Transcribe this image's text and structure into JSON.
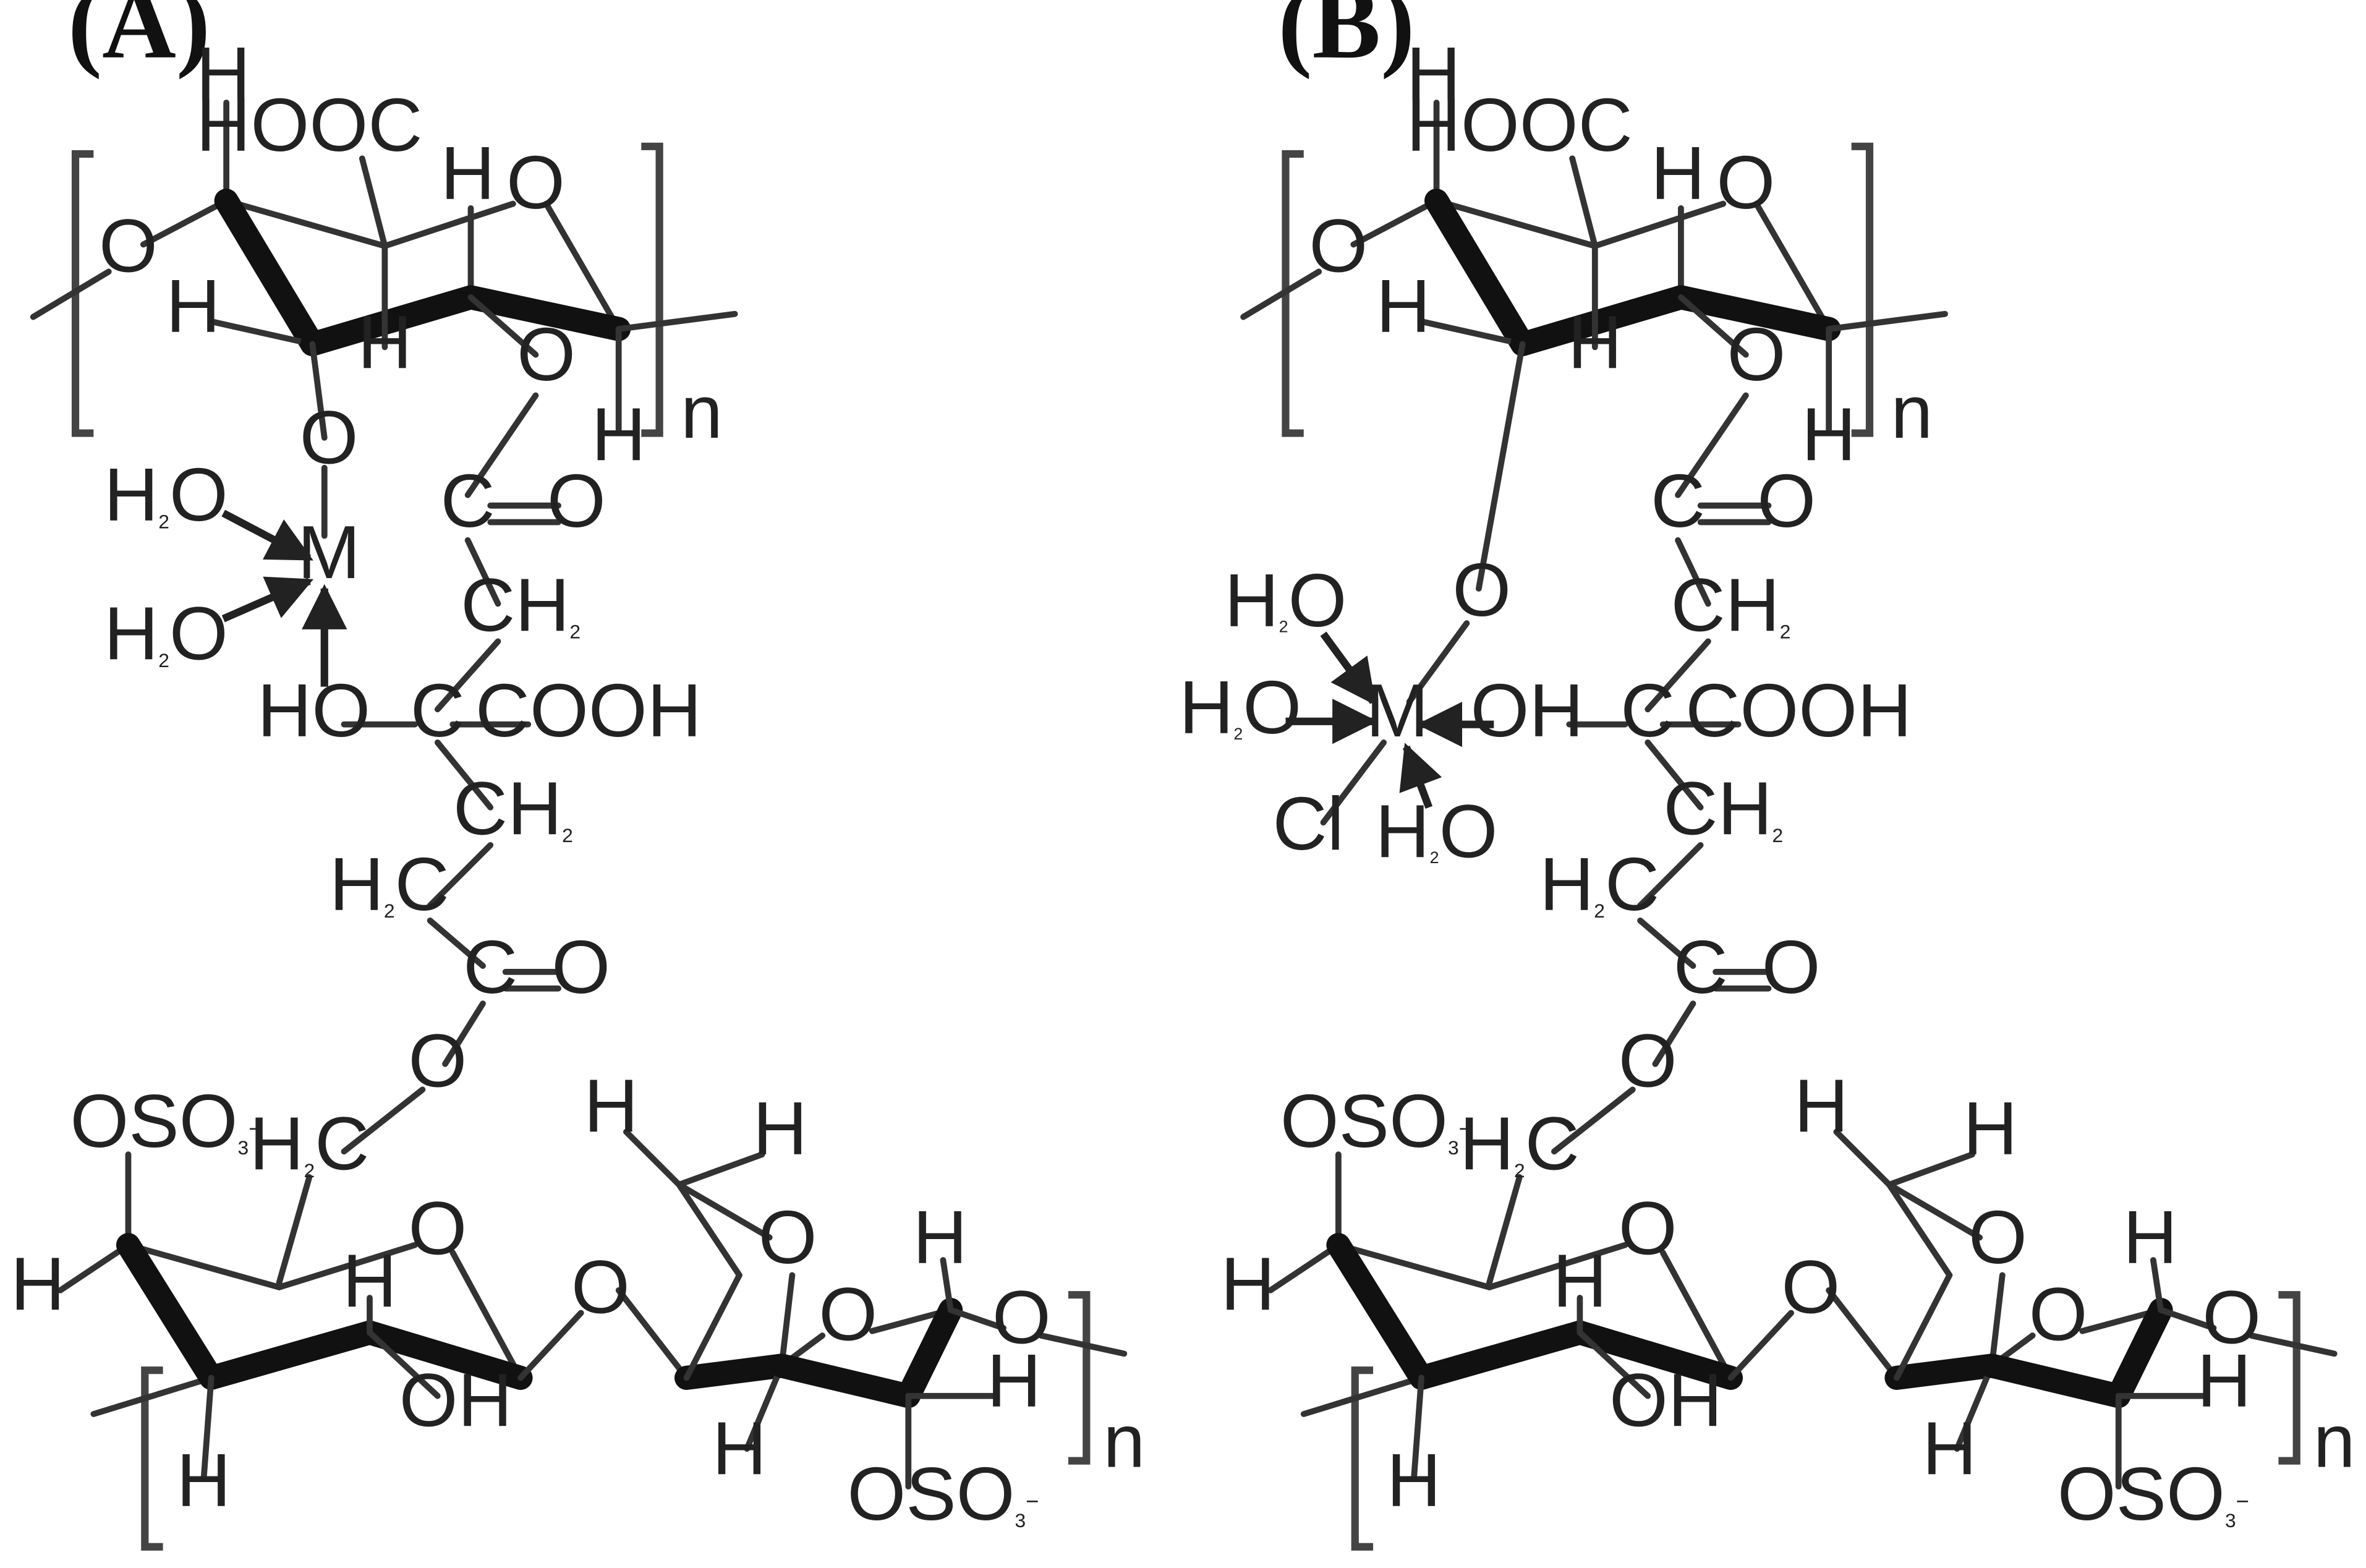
{
  "panels": [
    {
      "id": "A",
      "label": "(A)",
      "t": {
        "lbl_h1": "H",
        "lbl_hooc": "HOOC",
        "lbl_h2": "H",
        "lbl_o_ring": "O",
        "lbl_o_left": "O",
        "lbl_h3": "H",
        "lbl_h4": "H",
        "lbl_o_ester": "O",
        "lbl_h5": "H",
        "lbl_n_top": "n",
        "lbl_o_link": "O",
        "lbl_m": "M",
        "lbl_c1": "C",
        "lbl_o_dbl1": "O",
        "lbl_ch2_a": "CH",
        "lbl_ho": "HO",
        "lbl_c_central": "C",
        "lbl_cooh": "COOH",
        "lbl_ch2_b": "CH",
        "lbl_h2c_a": "H",
        "lbl_c2": "C",
        "lbl_o_dbl2": "O",
        "lbl_o_ester2": "O",
        "lbl_h2c_b": "H",
        "lbl_oso3_1": "OSO",
        "lbl_h6": "H",
        "lbl_o_ring2": "O",
        "lbl_h7": "H",
        "lbl_o_glyc": "O",
        "lbl_h8": "H",
        "lbl_h9": "H",
        "lbl_o_bridge": "O",
        "lbl_h10": "H",
        "lbl_o_ring3": "O",
        "lbl_o_right": "O",
        "lbl_h11": "H",
        "lbl_oh": "OH",
        "lbl_h12": "H",
        "lbl_h13": "H",
        "lbl_oso3_2": "OSO",
        "lbl_n_bot": "n",
        "lbl_water1": "H",
        "lbl_water2": "H"
      }
    },
    {
      "id": "B",
      "label": "(B)",
      "t": {
        "lbl_h1": "H",
        "lbl_hooc": "HOOC",
        "lbl_h2": "H",
        "lbl_o_ring": "O",
        "lbl_o_left": "O",
        "lbl_h3": "H",
        "lbl_h4": "H",
        "lbl_o_ester": "O",
        "lbl_h5": "H",
        "lbl_n_top": "n",
        "lbl_o_link": "O",
        "lbl_m": "M",
        "lbl_c1": "C",
        "lbl_o_dbl1": "O",
        "lbl_ch2_a": "CH",
        "lbl_oh_m": "OH",
        "lbl_c_central": "C",
        "lbl_cooh": "COOH",
        "lbl_ch2_b": "CH",
        "lbl_h2c_a": "H",
        "lbl_c2": "C",
        "lbl_o_dbl2": "O",
        "lbl_o_ester2": "O",
        "lbl_h2c_b": "H",
        "lbl_oso3_1": "OSO",
        "lbl_h6": "H",
        "lbl_o_ring2": "O",
        "lbl_h7": "H",
        "lbl_o_glyc": "O",
        "lbl_h8": "H",
        "lbl_h9": "H",
        "lbl_o_bridge": "O",
        "lbl_h10": "H",
        "lbl_o_ring3": "O",
        "lbl_o_right": "O",
        "lbl_h11": "H",
        "lbl_oh": "OH",
        "lbl_h12": "H",
        "lbl_h13": "H",
        "lbl_oso3_2": "OSO",
        "lbl_n_bot": "n",
        "lbl_water1": "H",
        "lbl_water2": "H",
        "lbl_water3": "H",
        "lbl_cl": "Cl"
      }
    }
  ]
}
